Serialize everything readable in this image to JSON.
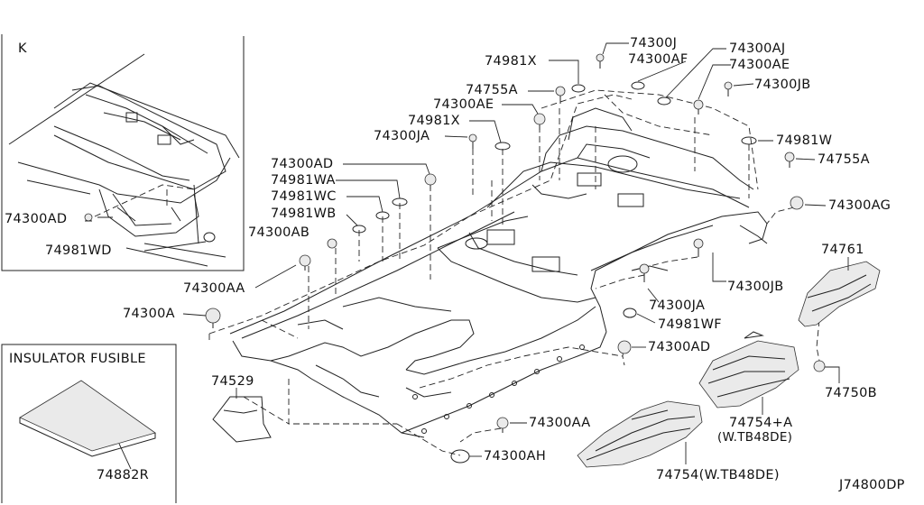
{
  "inset_k": {
    "label": "K",
    "callouts": [
      "74300AD",
      "74981WD"
    ]
  },
  "insulator_box": {
    "title": "INSULATOR FUSIBLE",
    "part": "74882R"
  },
  "callouts": {
    "p74981X_a": "74981X",
    "p74300J": "74300J",
    "p74300AF": "74300AF",
    "p74300AJ": "74300AJ",
    "p74300AE_r": "74300AE",
    "p74300JB_t": "74300JB",
    "p74755A_l": "74755A",
    "p74300AE_l": "74300AE",
    "p74981X_b": "74981X",
    "p74300JA_t": "74300JA",
    "p74981W": "74981W",
    "p74755A_r": "74755A",
    "p74300AG": "74300AG",
    "p74300AD": "74300AD",
    "p74981WA": "74981WA",
    "p74981WC": "74981WC",
    "p74981WB": "74981WB",
    "p74300AB": "74300AB",
    "p74300AA_l": "74300AA",
    "p74300A": "74300A",
    "p74761": "74761",
    "p74300JB_m": "74300JB",
    "p74300JA_m": "74300JA",
    "p74981WF": "74981WF",
    "p74300AD_b": "74300AD",
    "p74750B": "74750B",
    "p74529": "74529",
    "p74754A": "74754+A",
    "p74754A_note": "(W.TB48DE)",
    "p74300AA_b": "74300AA",
    "p74300AH": "74300AH",
    "p74754": "74754(W.TB48DE)"
  },
  "diagram_id": "J74800DP"
}
